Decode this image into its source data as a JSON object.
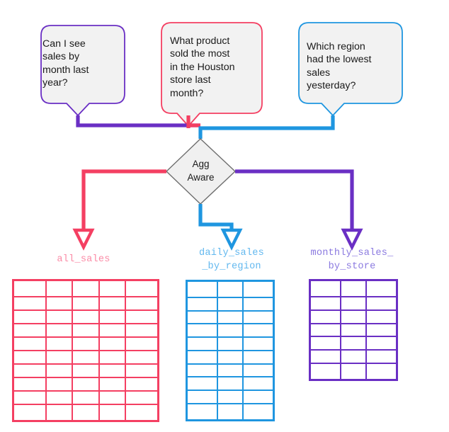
{
  "diagram": {
    "title_text_present": false,
    "colors": {
      "purple": "#6a2fc4",
      "pink": "#f43f62",
      "blue": "#1f96e0",
      "label_pink": "#fb8ba6",
      "label_blue": "#62b8ef",
      "label_purple": "#8b7ae0",
      "bubble_fill": "#f2f2f2",
      "node_fill": "#f0f0f0",
      "node_stroke": "#6e6e6e",
      "text": "#1a1a1a"
    },
    "questions": [
      {
        "id": "question-monthly",
        "text": "Can I see\nsales by\nmonth last\nyear?",
        "accent": "#6a2fc4"
      },
      {
        "id": "question-product",
        "text": "What product\nsold the most\nin the Houston\nstore last\nmonth?",
        "accent": "#f43f62"
      },
      {
        "id": "question-region",
        "text": "Which region\nhad the lowest\nsales\nyesterday?",
        "accent": "#1f96e0"
      }
    ],
    "router": {
      "label": "Agg\nAware",
      "shape": "diamond"
    },
    "tables": [
      {
        "id": "table-all-sales",
        "label": "all_sales",
        "label_color": "#fb8ba6",
        "border_color": "#f43f62",
        "columns": 5,
        "rows": 10
      },
      {
        "id": "table-daily-sales-by-region",
        "label": "daily_sales\n_by_region",
        "label_color": "#62b8ef",
        "border_color": "#1f96e0",
        "columns": 3,
        "rows": 10
      },
      {
        "id": "table-monthly-sales-by-store",
        "label": "monthly_sales_\nby_store",
        "label_color": "#8b7ae0",
        "border_color": "#6a2fc4",
        "columns": 3,
        "rows": 7
      }
    ]
  }
}
